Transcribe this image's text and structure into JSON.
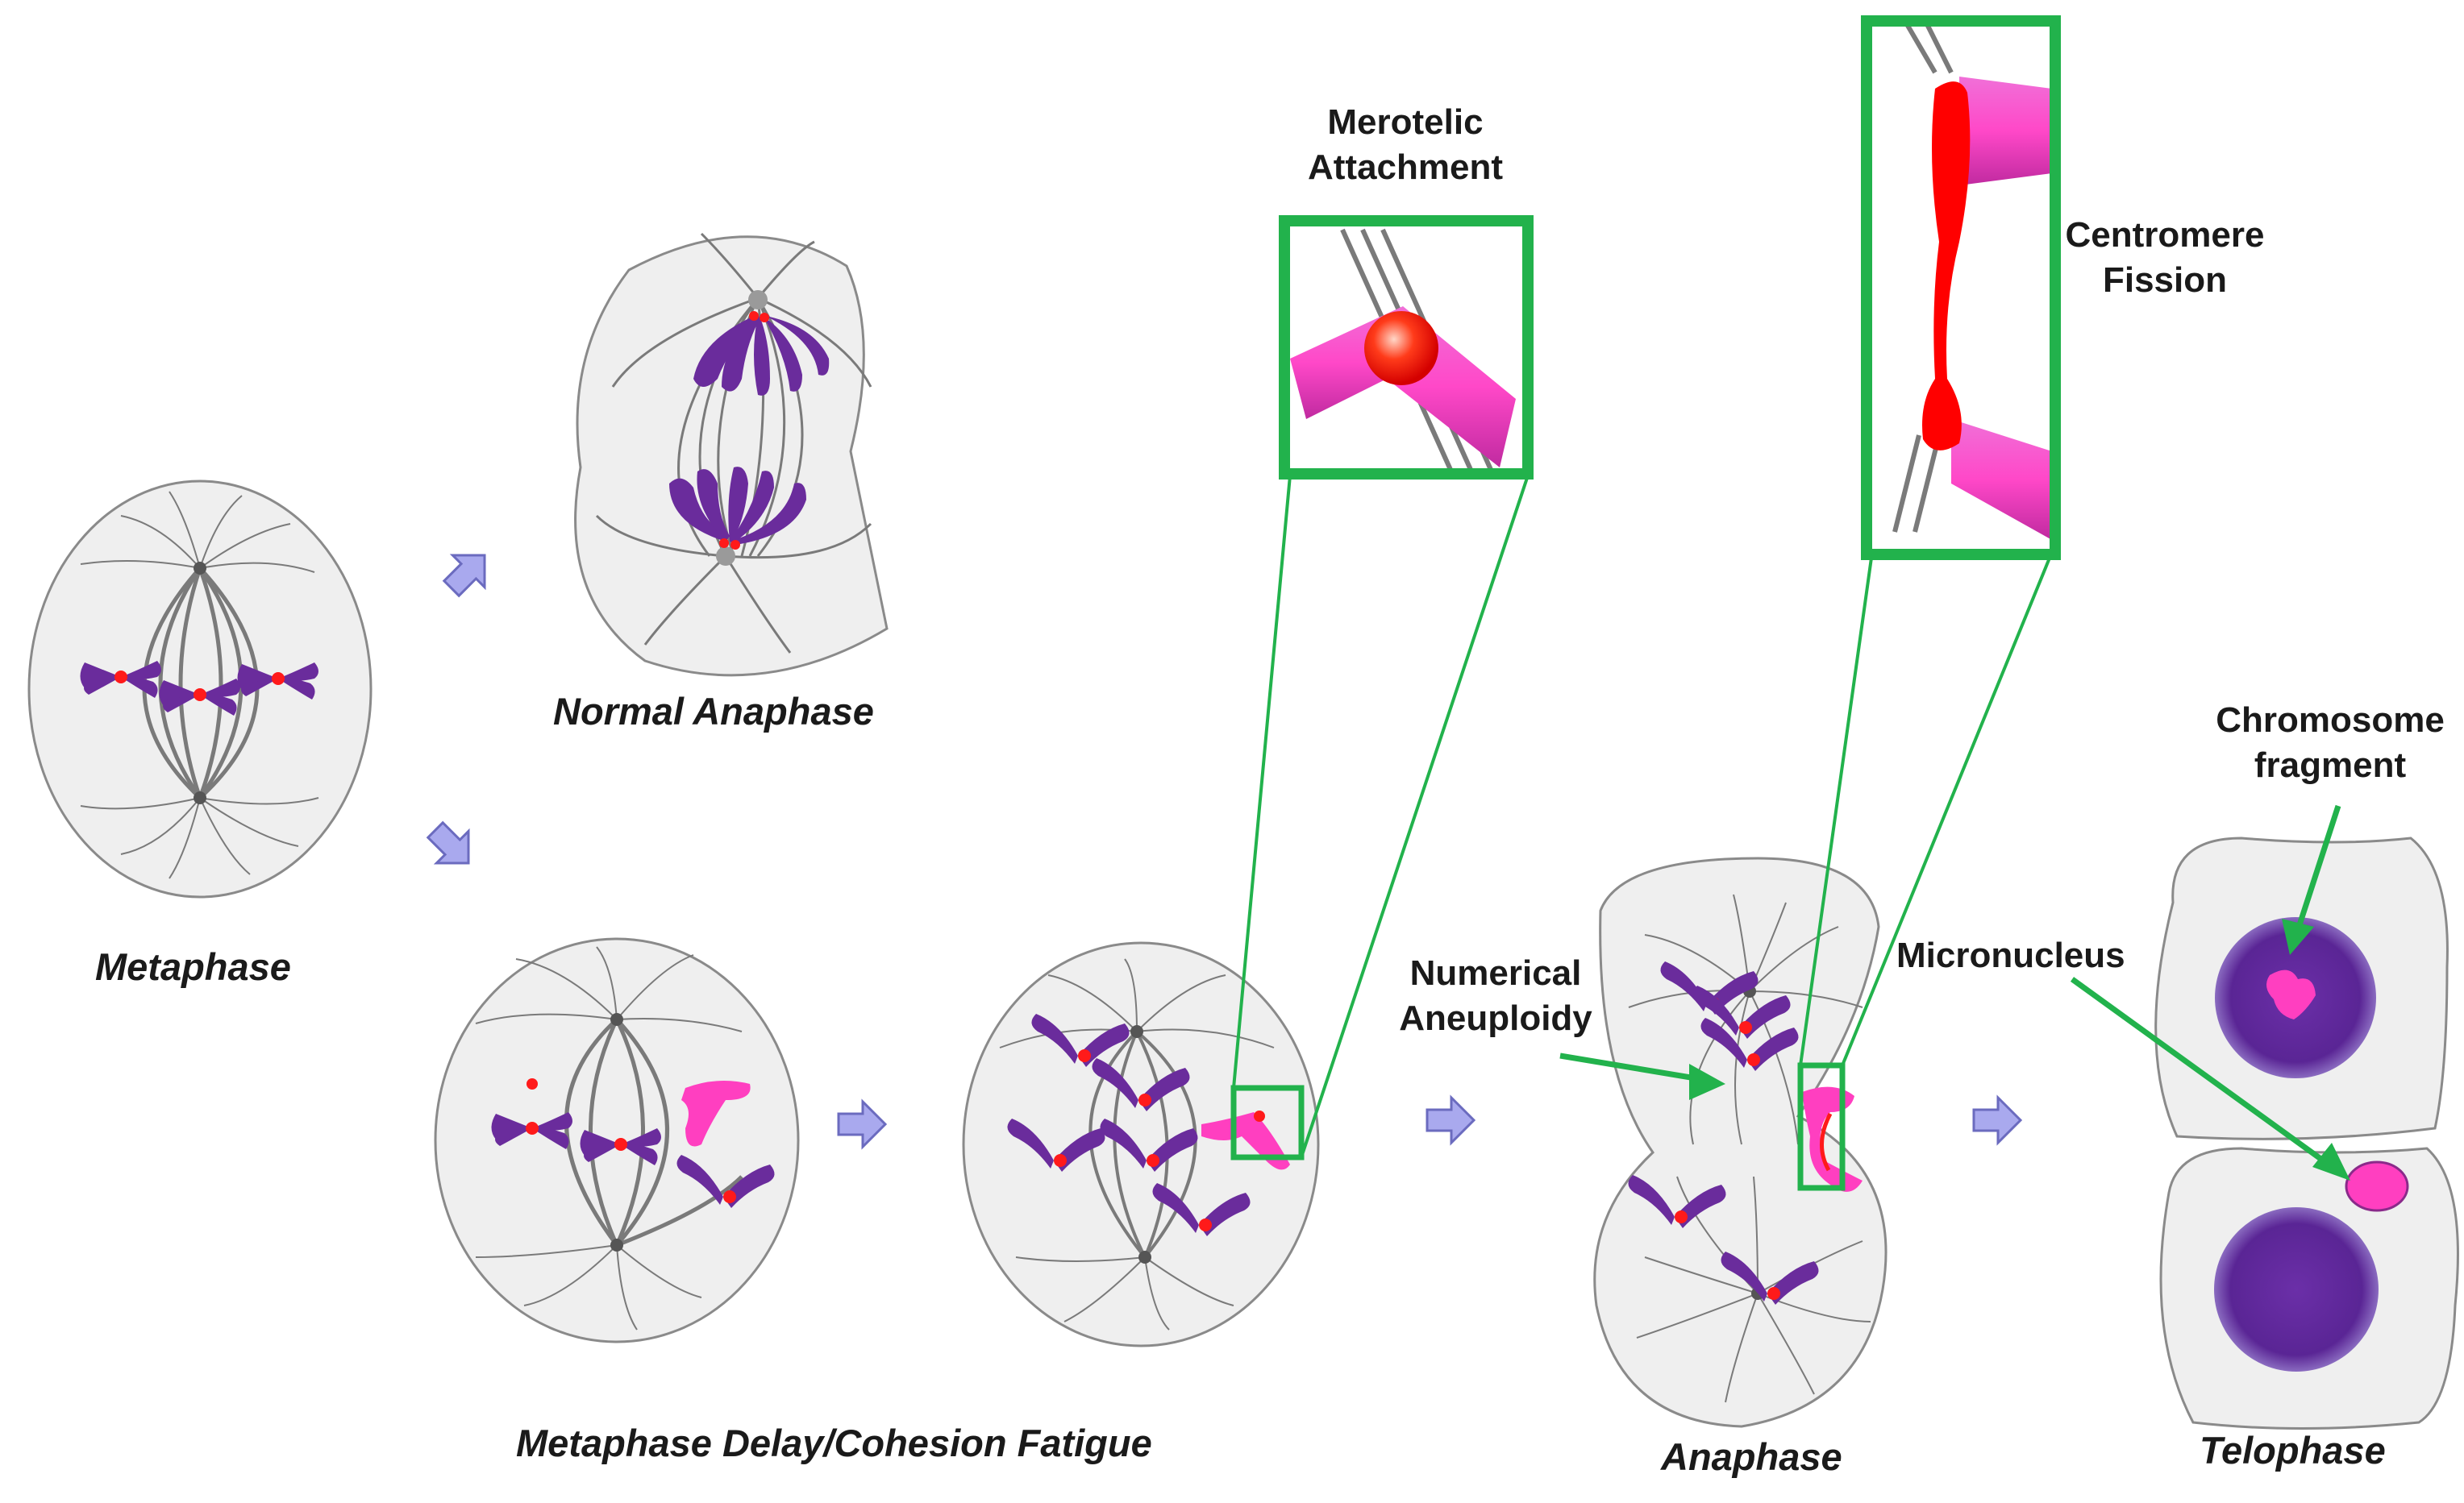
{
  "stages": {
    "metaphase": "Metaphase",
    "normal_anaphase": "Normal Anaphase",
    "metaphase_delay": "Metaphase Delay/Cohesion Fatigue",
    "anaphase": "Anaphase",
    "telophase": "Telophase"
  },
  "callouts": {
    "merotelic_line1": "Merotelic",
    "merotelic_line2": "Attachment",
    "centromere_line1": "Centromere",
    "centromere_line2": "Fission",
    "numerical_line1": "Numerical",
    "numerical_line2": "Aneuploidy",
    "chromosome_line1": "Chromosome",
    "chromosome_line2": "fragment",
    "micronucleus": "Micronucleus"
  },
  "colors": {
    "cell_fill": "#efefef",
    "cell_stroke": "#8a8a8a",
    "spindle": "#7a7a7a",
    "chromosome": "#6a2c9c",
    "kinetochore": "#ff1a1a",
    "lagging": "#ff3fc0",
    "highlight_box": "#22b24c",
    "arrow_fill": "#a9a9ee",
    "arrow_stroke": "#6b6bbf",
    "nucleus": "#5b2a92"
  }
}
